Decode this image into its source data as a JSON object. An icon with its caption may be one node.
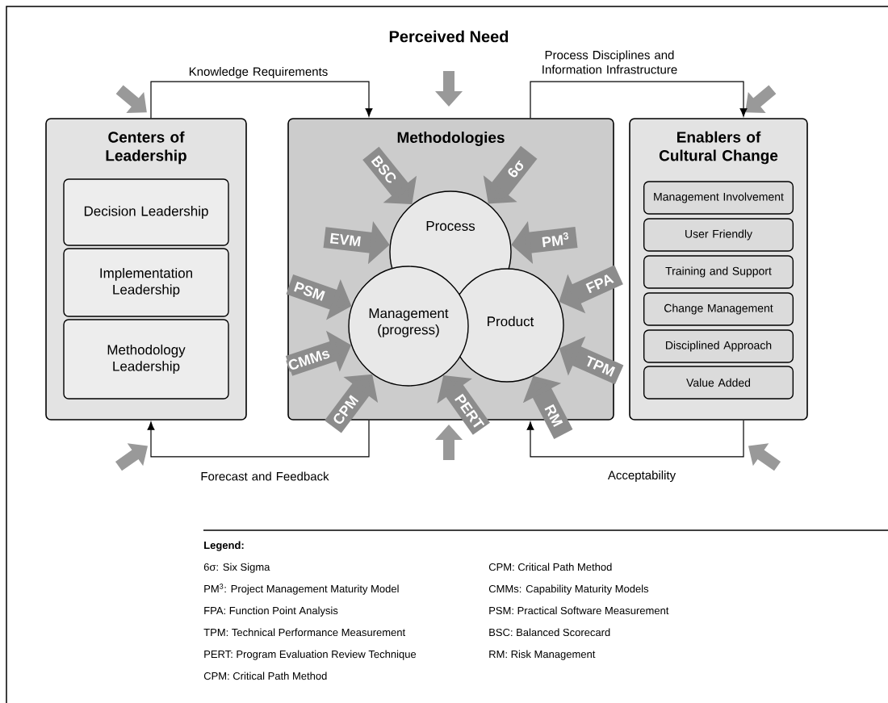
{
  "diagram": {
    "title": "Perceived Need",
    "nodes": [
      {
        "text": [
          "Centers of Leadership"
        ]
      },
      {
        "text": [
          "Decision Leadership"
        ],
        "in": 0
      },
      {
        "text": [
          "Implementation Leadership"
        ],
        "in": 0
      },
      {
        "text": [
          "Methodology Leadership"
        ],
        "in": 0
      },
      {
        "text": [
          "Methodologies"
        ]
      },
      {
        "text": [
          "Process"
        ],
        "in": 4
      },
      {
        "text": [
          "Management (progress)"
        ],
        "in": 4
      },
      {
        "text": [
          "Product"
        ],
        "in": 4
      },
      {
        "text": [
          "Enablers of Cultural Change"
        ]
      },
      {
        "text": [
          "Management Involvement"
        ],
        "in": 8
      },
      {
        "text": [
          "User Friendly"
        ],
        "in": 8
      },
      {
        "text": [
          "Training and Support"
        ],
        "in": 8
      },
      {
        "text": [
          "Change Management"
        ],
        "in": 8
      },
      {
        "text": [
          "Disciplined Approach"
        ],
        "in": 8
      },
      {
        "text": [
          "Value Added"
        ],
        "in": 8
      }
    ],
    "edges": [
      {
        "from": 0,
        "to": 4,
        "arrow": "to",
        "label": "Knowledge Requirements",
        "color": "#000000"
      },
      {
        "from": 4,
        "to": 8,
        "arrow": "to",
        "label": "Process Disciplines and Information Infrastructure",
        "color": "#000000"
      },
      {
        "from": 4,
        "to": 0,
        "arrow": "to",
        "label": "Forecast and Feedback",
        "color": "#000000"
      },
      {
        "from": 8,
        "to": 4,
        "arrow": "to",
        "label": "Acceptability",
        "color": "#000000"
      },
      {
        "from": null,
        "to": 5,
        "arrow": "to",
        "label": "BSC"
      },
      {
        "from": null,
        "to": 5,
        "arrow": "to",
        "label": "6σ"
      },
      {
        "from": null,
        "to": 5,
        "arrow": "to",
        "label": "EVM"
      },
      {
        "from": null,
        "to": 5,
        "arrow": "to",
        "label": "PM$^{3}$"
      },
      {
        "from": null,
        "to": 6,
        "arrow": "to",
        "label": "PSM"
      },
      {
        "from": null,
        "to": 7,
        "arrow": "to",
        "label": "FPA"
      },
      {
        "from": null,
        "to": 6,
        "arrow": "to",
        "label": "CMMs"
      },
      {
        "from": null,
        "to": 7,
        "arrow": "to",
        "label": "TPM"
      },
      {
        "from": null,
        "to": 6,
        "arrow": "to",
        "label": "CPM"
      },
      {
        "from": null,
        "to": 6,
        "arrow": "to",
        "label": "PERT"
      },
      {
        "from": null,
        "to": 7,
        "arrow": "to",
        "label": "RM"
      }
    ],
    "labels": [
      "Legend:",
      "6σ: Six Sigma",
      "CPM: Critical Path Method",
      "PM$^{3}$: Project Management Maturity Model",
      "CMMs: Capability Maturity Models",
      "FPA: Function Point Analysis",
      "PSM: Practical Software Measurement",
      "TPM: Technical Performance Measurement",
      "BSC: Balanced Scorecard",
      "PERT: Program Evaluation Review Technique",
      "RM: Risk Management",
      "CPM: Critical Path Method"
    ]
  }
}
